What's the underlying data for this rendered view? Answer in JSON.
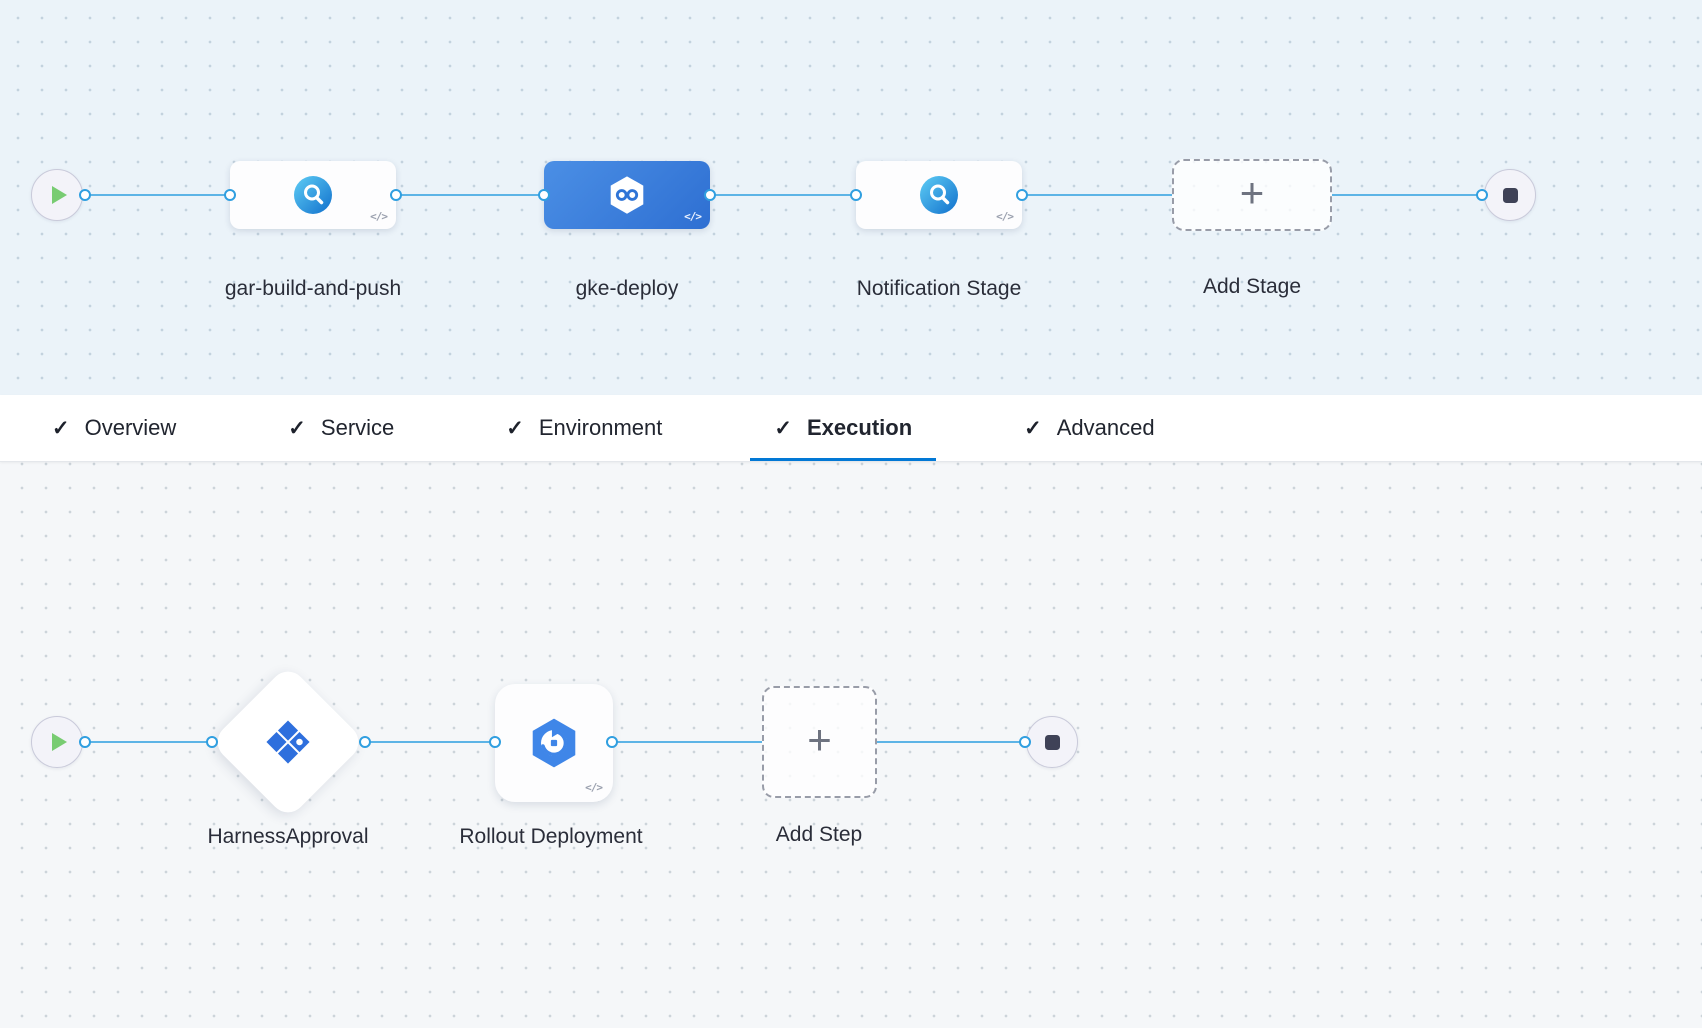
{
  "stage_pipeline": {
    "stages": [
      {
        "label": "gar-build-and-push",
        "type": "build",
        "selected": false
      },
      {
        "label": "gke-deploy",
        "type": "deploy",
        "selected": true
      },
      {
        "label": "Notification Stage",
        "type": "custom",
        "selected": false
      }
    ],
    "add_stage_label": "Add Stage"
  },
  "tab_bar": {
    "tabs": [
      {
        "label": "Overview",
        "completed": true,
        "active": false
      },
      {
        "label": "Service",
        "completed": true,
        "active": false
      },
      {
        "label": "Environment",
        "completed": true,
        "active": false
      },
      {
        "label": "Execution",
        "completed": true,
        "active": true
      },
      {
        "label": "Advanced",
        "completed": true,
        "active": false
      }
    ]
  },
  "execution_graph": {
    "steps": [
      {
        "label": "HarnessApproval",
        "type": "approval"
      },
      {
        "label": "Rollout Deployment",
        "type": "gke-rollout"
      }
    ],
    "add_step_label": "Add Step"
  },
  "glyphs": {
    "code_toggle": "</>",
    "plus": "+",
    "checkmark": "✓"
  },
  "colors": {
    "accent_blue": "#0278d5",
    "selected_stage_blue": "#3b7de0",
    "connector_blue": "#5db4e6",
    "icon_blue": "#2e6fdd",
    "canvas_top_bg": "#ebf3f9",
    "canvas_bottom_bg": "#f5f7f9",
    "play_green": "#78cc72",
    "stop_slate": "#3f4257"
  }
}
